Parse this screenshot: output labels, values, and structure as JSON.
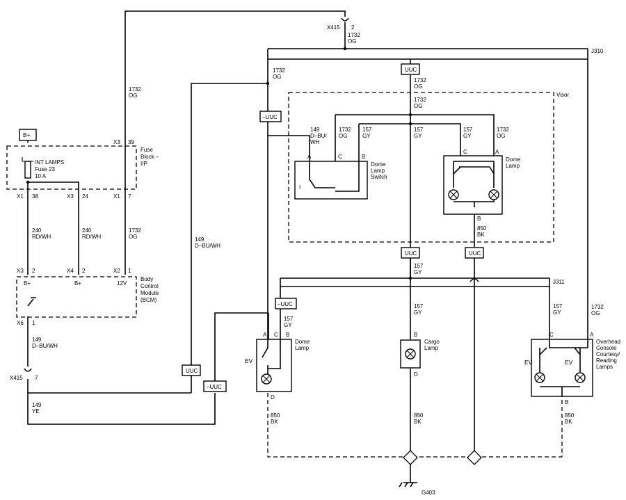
{
  "labels": {
    "bplus": "B+",
    "fuse_block": [
      "Fuse",
      "Block –",
      "I/P"
    ],
    "int_lamps": [
      "INT LAMPS",
      "Fuse 23",
      "10 A"
    ],
    "bcm": [
      "Body",
      "Control",
      "Module",
      "(BCM)"
    ],
    "visor": "Visor",
    "dome_lamp_switch": [
      "Dome",
      "Lamp",
      "Switch"
    ],
    "dome_lamp": [
      "Dome",
      "Lamp"
    ],
    "cargo_lamp": [
      "Cargo",
      "Lamp"
    ],
    "overhead_console": [
      "Overhead",
      "Console",
      "Courtesy/",
      "Reading",
      "Lamps"
    ],
    "ground": "G403",
    "j310": "J310",
    "j311": "J311"
  },
  "connectors": {
    "x415_2": "X415",
    "x415_2_pin": "2",
    "x415_7": "X415",
    "x415_7_pin": "7",
    "fb_x3": "X3",
    "fb_x3_pin": "39",
    "fb_x1a": "X1",
    "fb_x1a_pin": "38",
    "fb_x3b": "X3",
    "fb_x3b_pin": "24",
    "fb_x1b": "X1",
    "fb_x1b_pin": "7",
    "bcm_x3": "X3",
    "bcm_x3_pin": "2",
    "bcm_x4": "X4",
    "bcm_x4_pin": "2",
    "bcm_x2": "X2",
    "bcm_x2_pin": "1",
    "bcm_x6": "X6",
    "bcm_x6_pin": "1",
    "bcm_bplus1": "B+",
    "bcm_bplus2": "B+",
    "bcm_12v": "12V"
  },
  "wires": {
    "w1732_og": [
      "1732",
      "OG"
    ],
    "w240_rdwh": [
      "240",
      "RD/WH"
    ],
    "w149_dbuwh": [
      "149",
      "D–BU/WH"
    ],
    "w149_dbuwh_split": [
      "149",
      "D–BU/",
      "WH"
    ],
    "w149_ye": [
      "149",
      "YE"
    ],
    "w157_gy": [
      "157",
      "GY"
    ],
    "w850_bk": [
      "850",
      "BK"
    ]
  },
  "pins": {
    "a": "A",
    "b": "B",
    "c": "C",
    "d": "D",
    "i": "I"
  },
  "splices": {
    "uuc": "UUC",
    "neg_uuc": "–UUC"
  },
  "symbols": {
    "ev": "EV"
  }
}
